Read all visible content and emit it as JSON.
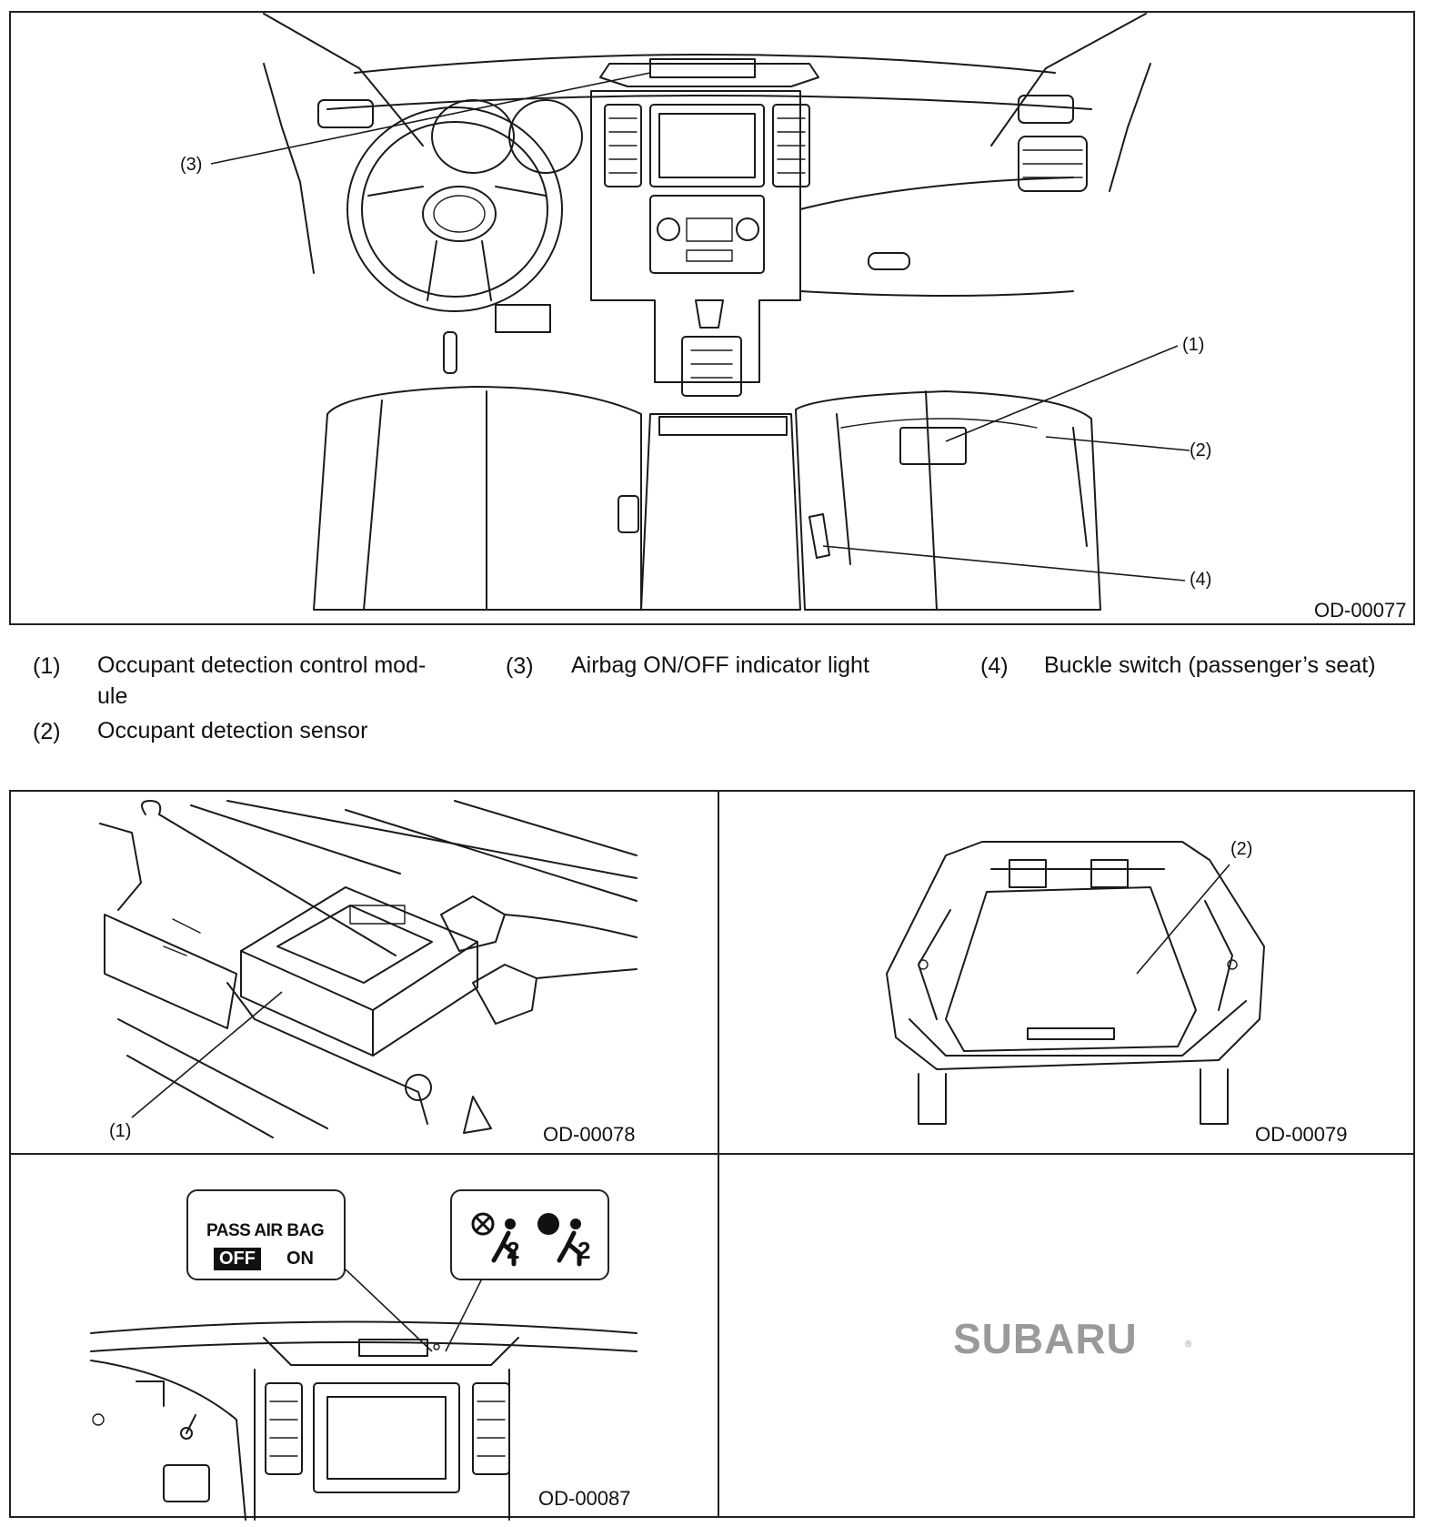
{
  "figure_main": {
    "code": "OD-00077",
    "callouts": [
      "(1)",
      "(2)",
      "(3)",
      "(4)"
    ]
  },
  "legend": [
    {
      "num": "(1)",
      "text": "Occupant detection control mod-​ule"
    },
    {
      "num": "(2)",
      "text": "Occupant detection sensor"
    },
    {
      "num": "(3)",
      "text": "Airbag ON/OFF indicator light"
    },
    {
      "num": "(4)",
      "text": "Buckle switch (passenger’s seat)"
    }
  ],
  "panel_module": {
    "code": "OD-00078",
    "callout": "(1)"
  },
  "panel_sensor": {
    "code": "OD-00079",
    "callout": "(2)"
  },
  "panel_indicator": {
    "code": "OD-00087",
    "badge_title": "PASS AIR BAG",
    "badge_off": "OFF",
    "badge_on": "ON",
    "icon_subscript_1": "2",
    "icon_subscript_2": "2"
  },
  "panel_logo": {
    "brand": "SUBARU"
  }
}
